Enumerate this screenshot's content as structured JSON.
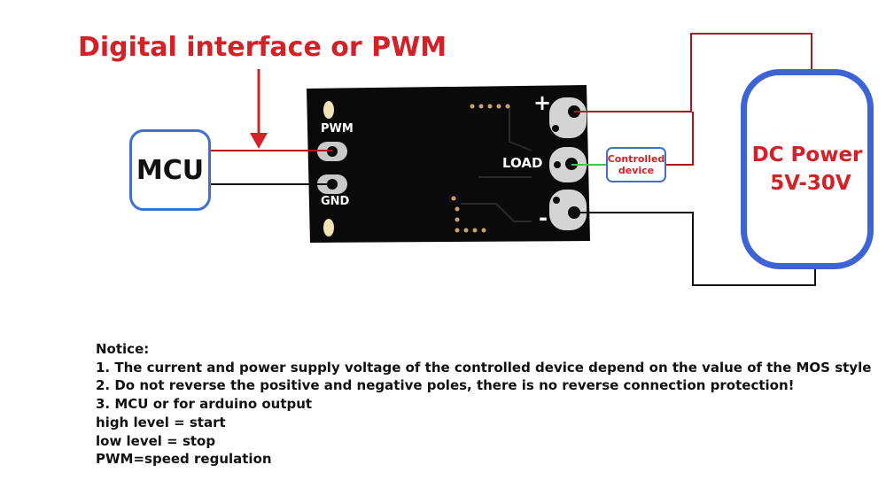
{
  "diagram": {
    "title": "Digital interface or PWM",
    "mcu_label": "MCU",
    "board": {
      "pwm_label": "PWM",
      "gnd_label": "GND",
      "load_label": "LOAD",
      "plus_label": "+",
      "minus_label": "-"
    },
    "controlled_device": [
      "Controlled",
      "device"
    ],
    "dc_power": [
      "DC Power",
      "5V-30V"
    ]
  },
  "notice": {
    "heading": "Notice:",
    "lines": [
      "1. The current and power supply voltage of the controlled device depend on the value of the MOS style",
      "2. Do not reverse the positive and negative poles, there is no reverse connection protection!",
      "3. MCU or for arduino output",
      "high level = start",
      "low level = stop",
      "PWM=speed regulation"
    ]
  },
  "colors": {
    "title_red": "#d42027",
    "wire_red": "#b0141c",
    "wire_black": "#111111",
    "wire_green": "#4fbf4f",
    "box_blue": "#3f6fd0",
    "board_black": "#0a0a0a"
  }
}
